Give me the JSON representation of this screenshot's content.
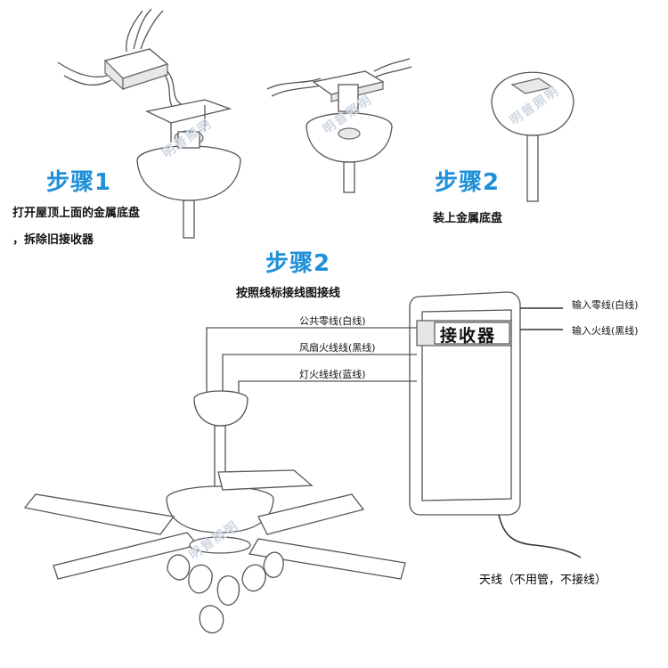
{
  "steps": {
    "step1": {
      "title": "步骤1",
      "caption_line1": "打开屋顶上面的金属底盘",
      "caption_line2": "，拆除旧接收器"
    },
    "step2_top": {
      "title": "步骤2",
      "caption": "装上金属底盘"
    },
    "step2_wiring": {
      "title": "步骤2",
      "caption": "按照线标接线图接线"
    }
  },
  "wiring": {
    "left_labels": [
      "公共零线(白线)",
      "风扇火线线(黑线)",
      "灯火线线(蓝线)"
    ],
    "right_labels": [
      "输入零线(白线)",
      "输入火线(黑线)"
    ],
    "receiver_label": "接收器",
    "antenna_label": "天线（不用管，不接线）"
  },
  "watermark": "明普照明",
  "colors": {
    "accent": "#1e8fd8",
    "line": "#555555"
  }
}
